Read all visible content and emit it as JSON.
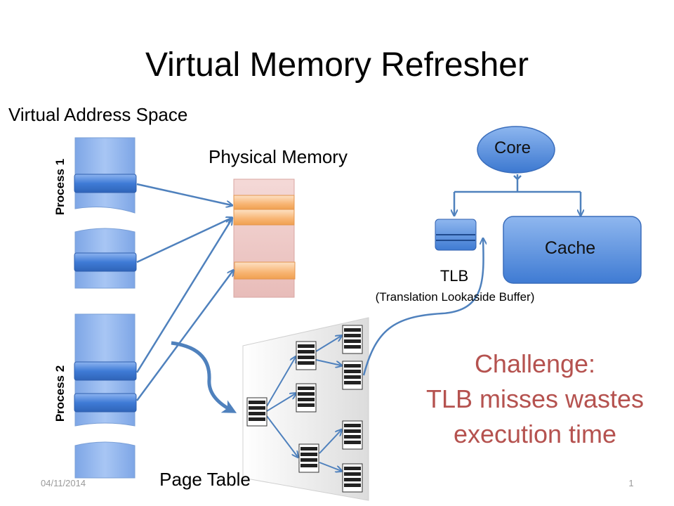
{
  "slide": {
    "title": "Virtual Memory Refresher",
    "date": "04/11/2014",
    "page_number": "1"
  },
  "labels": {
    "virtual_address_space": "Virtual Address Space",
    "process1": "Process 1",
    "process2": "Process 2",
    "physical_memory": "Physical Memory",
    "page_table": "Page Table",
    "core": "Core",
    "cache": "Cache",
    "tlb": "TLB",
    "tlb_full": "(Translation Lookaside Buffer)"
  },
  "challenge": {
    "line1": "Challenge:",
    "line2": "TLB misses wastes",
    "line3": "execution time"
  },
  "colors": {
    "title": "#000000",
    "challenge": "#b5524f",
    "segment_blue": "#8fb4ec",
    "page_blue": "#3e79d4",
    "physical_pink": "#edc9c7",
    "physical_orange": "#f7b97a",
    "arrow": "#4f81bd",
    "core_cache": "#4a86d8"
  }
}
